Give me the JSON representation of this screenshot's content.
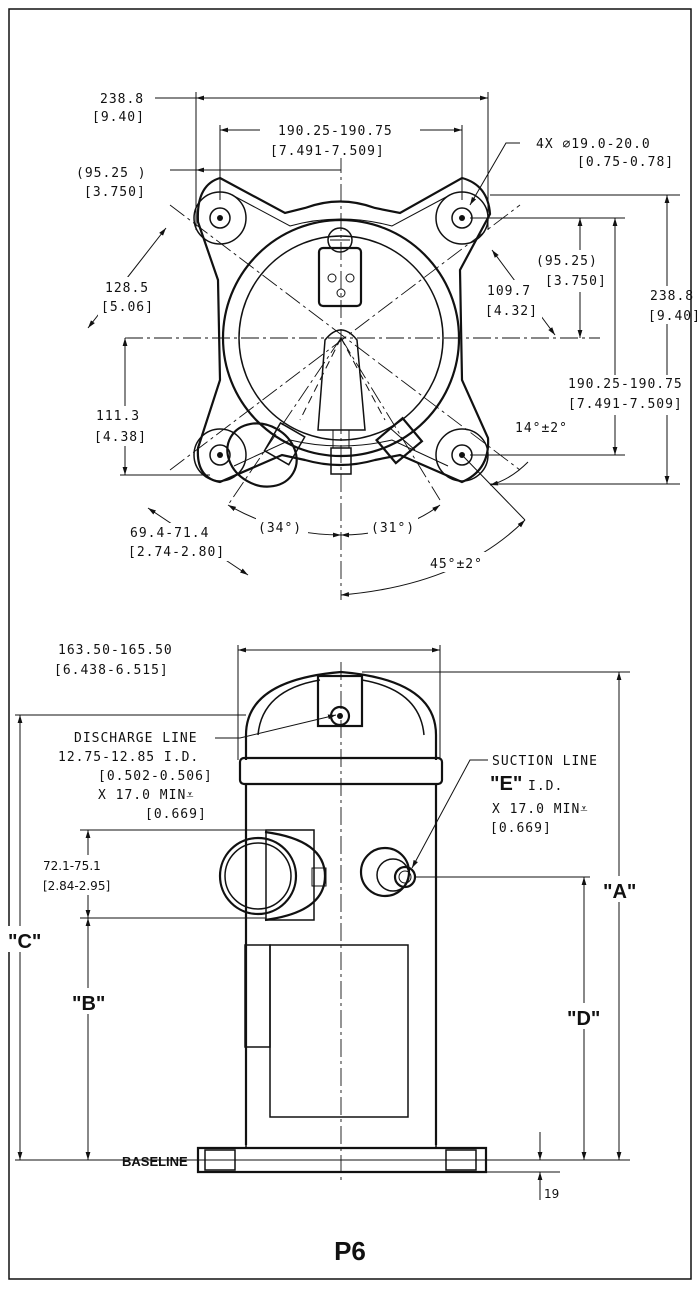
{
  "drawing": {
    "model_label": "P6",
    "top_view": {
      "overall_width_mm": "238.8",
      "overall_width_in": "[9.40]",
      "bolt_spacing_mm": "190.25-190.75",
      "bolt_spacing_in": "[7.491-7.509]",
      "hole_callout_mm": "4X ⌀19.0-20.0",
      "hole_callout_in": "[0.75-0.78]",
      "offset_left_mm": "(95.25  )",
      "offset_left_in": "[3.750]",
      "offset_right_mm": "(95.25)",
      "offset_right_in": "[3.750]",
      "radial_left_mm": "128.5",
      "radial_left_in": "[5.06]",
      "radial_right_mm": "109.7",
      "radial_right_in": "[4.32]",
      "overall_height_mm": "238.8",
      "overall_height_in": "[9.40]",
      "bolt_spacing_v_mm": "190.25-190.75",
      "bolt_spacing_v_in": "[7.491-7.509]",
      "vertical_left_mm": "111.3",
      "vertical_left_in": "[4.38]",
      "angle_14": "14°±2°",
      "bottom_dim_mm": "69.4-71.4",
      "bottom_dim_in": "[2.74-2.80]",
      "angle_34": "(34°)",
      "angle_31": "(31°)",
      "angle_45": "45°±2°"
    },
    "side_view": {
      "shell_diameter_mm": "163.50-165.50",
      "shell_diameter_in": "[6.438-6.515]",
      "discharge_title": "DISCHARGE LINE",
      "discharge_id_mm": "12.75-12.85 I.D.",
      "discharge_id_in": "[0.502-0.506]",
      "discharge_depth_mm": "X 17.0 MIN⩡",
      "discharge_depth_in": "[0.669]",
      "suction_title": "SUCTION LINE",
      "suction_e": "\"E\"",
      "suction_id": "I.D.",
      "suction_depth_mm": "X 17.0 MIN⩡",
      "suction_depth_in": "[0.669]",
      "box_offset_mm": "72.1-75.1",
      "box_offset_in": "[2.84-2.95]",
      "label_a": "\"A\"",
      "label_b": "\"B\"",
      "label_c": "\"C\"",
      "label_d": "\"D\"",
      "baseline": "BASELINE",
      "base_height": "19"
    }
  }
}
